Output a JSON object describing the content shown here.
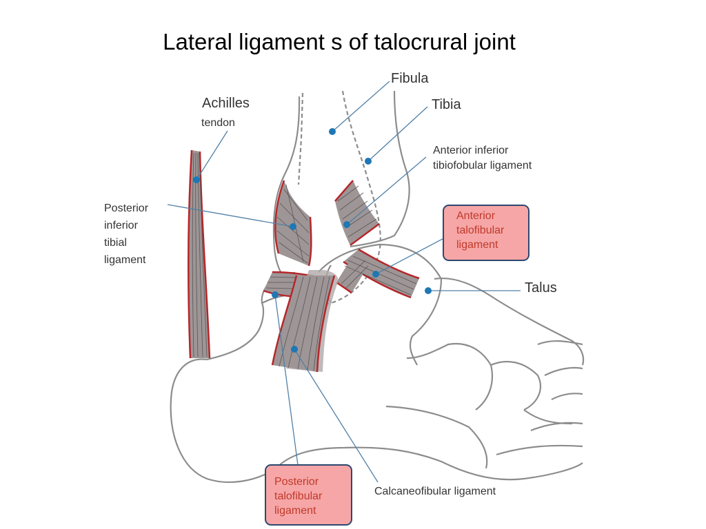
{
  "title": "Lateral ligament s of talocrural joint",
  "colors": {
    "bone_outline": "#8c8c8c",
    "ligament_fill": "#9e9696",
    "ligament_edge": "#b5262a",
    "ligament_fiber": "#5a5454",
    "leader_line": "#4f7fa6",
    "leader_dot": "#1f77b4",
    "highlight_fill": "#f6a6a6",
    "highlight_border": "#2c4770",
    "highlight_text": "#c0392b"
  },
  "labels": {
    "fibula": "Fibula",
    "tibia": "Tibia",
    "achilles": "Achilles",
    "achilles_tendon": "tendon",
    "aitf": "Anterior inferior\ntibiofobular ligament",
    "pitl": "Posterior\ninferior\ntibial\nligament",
    "talus": "Talus",
    "atfl": "Anterior\ntalofibular\nligament",
    "ptfl": "Posterior\ntalofibular\nligament",
    "cfl": "Calcaneofibular ligament"
  }
}
